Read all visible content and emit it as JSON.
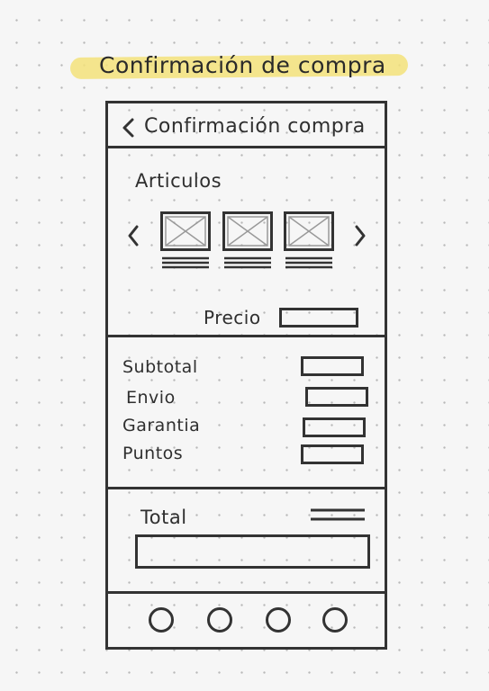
{
  "sketch": {
    "title": "Confirmación de compra"
  },
  "header": {
    "back_icon": "chevron-left",
    "title": "Confirmación compra"
  },
  "articles": {
    "label": "Articulos",
    "prev_icon": "chevron-left",
    "next_icon": "chevron-right",
    "items": [
      {
        "icon": "image-placeholder"
      },
      {
        "icon": "image-placeholder"
      },
      {
        "icon": "image-placeholder"
      }
    ],
    "price_label": "Precio"
  },
  "breakdown": {
    "rows": [
      {
        "label": "Subtotal"
      },
      {
        "label": "Envio"
      },
      {
        "label": "Garantia"
      },
      {
        "label": "Puntos"
      }
    ]
  },
  "total": {
    "label": "Total"
  },
  "bottom_nav": {
    "items": [
      {
        "icon": "circle"
      },
      {
        "icon": "circle"
      },
      {
        "icon": "circle"
      },
      {
        "icon": "circle"
      }
    ]
  },
  "colors": {
    "highlight": "#f3e27a",
    "ink": "#333333"
  }
}
